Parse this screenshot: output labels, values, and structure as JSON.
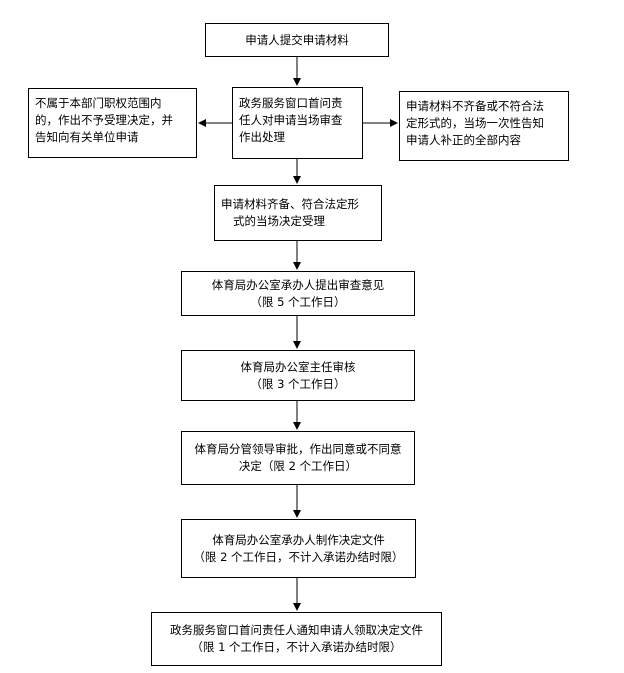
{
  "flowchart": {
    "start": [
      "申请人提交申请材料"
    ],
    "review": [
      "政务服务窗口首问责",
      "任人对申请当场审查",
      "作出处理"
    ],
    "reject_left": [
      "不属于本部门职权范围内",
      "的，作出不予受理决定，并",
      "告知向有关单位申请"
    ],
    "supplement_right": [
      "申请材料不齐备或不符合法",
      "定形式的，当场一次性告知",
      "申请人补正的全部内容"
    ],
    "accept": [
      "申请材料齐备、符合法定形",
      "式的当场决定受理"
    ],
    "step1": [
      "体育局办公室承办人提出审查意见",
      "（限 5 个工作日）"
    ],
    "step2": [
      "体育局办公室主任审核",
      "（限 3 个工作日）"
    ],
    "step3": [
      "体育局分管领导审批，作出同意或不同意",
      "决定（限 2 个工作日）"
    ],
    "step4": [
      "体育局办公室承办人制作决定文件",
      "（限 2 个工作日，不计入承诺办结时限）"
    ],
    "step5": [
      "政务服务窗口首问责任人通知申请人领取决定文件",
      "（限 1 个工作日，不计入承诺办结时限）"
    ]
  }
}
